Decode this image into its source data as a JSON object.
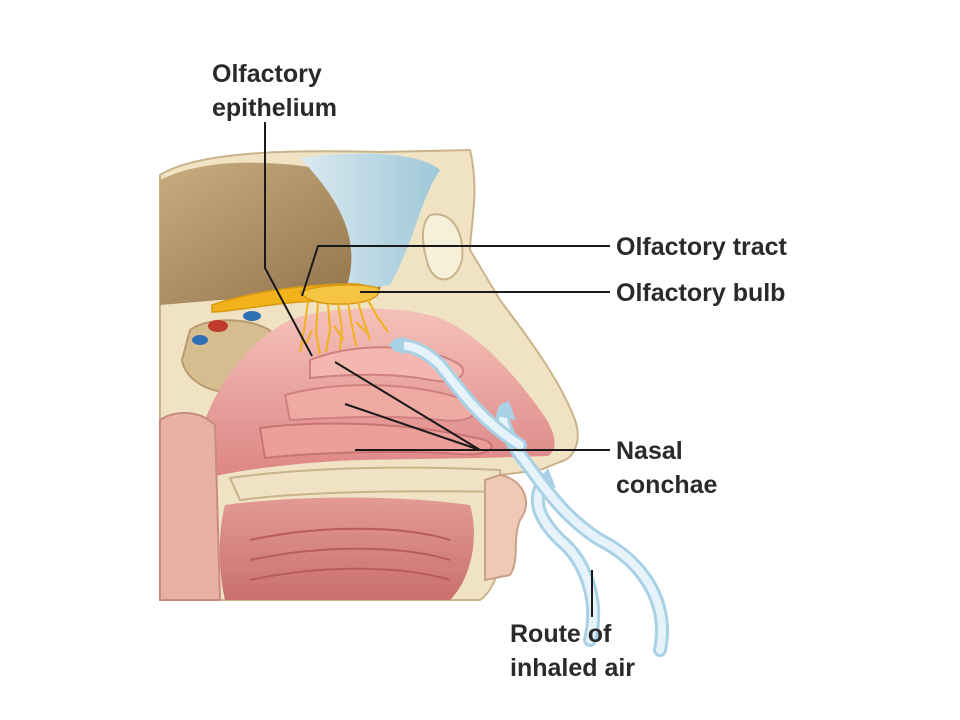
{
  "labels": {
    "olfactory_epithelium": [
      "Olfactory",
      "epithelium"
    ],
    "olfactory_tract": "Olfactory tract",
    "olfactory_bulb": "Olfactory bulb",
    "nasal_conchae": [
      "Nasal",
      "conchae"
    ],
    "route_of_inhaled_air": [
      "Route of",
      "inhaled air"
    ]
  },
  "colors": {
    "bone": "#efe3c4",
    "brain": "#b89a6e",
    "mucosa": "#e8a0a0",
    "nerve": "#f2b21c",
    "airflow": "#cfe6f2",
    "leader_line": "#1a1a1a"
  }
}
